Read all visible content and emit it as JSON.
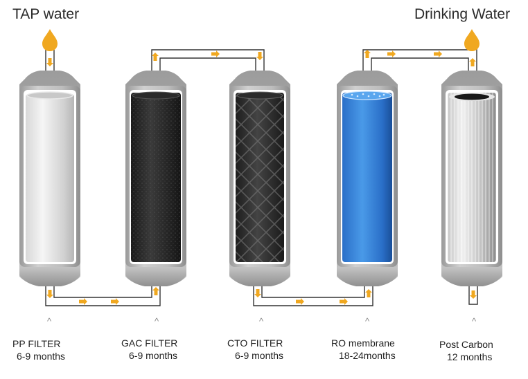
{
  "header": {
    "input_label": "TAP water",
    "output_label": "Drinking Water"
  },
  "colors": {
    "flow_arrow": "#f0a820",
    "drop": "#f0a820",
    "housing": "#a8a8a8",
    "pipe": "#333333",
    "ro_blue": "#2a7ad6"
  },
  "filters": [
    {
      "name": "PP FILTER",
      "lifespan": "6-9 months",
      "type": "pp"
    },
    {
      "name": "GAC FILTER",
      "lifespan": "6-9 months",
      "type": "gac"
    },
    {
      "name": "CTO FILTER",
      "lifespan": "6-9 months",
      "type": "cto"
    },
    {
      "name": "RO membrane",
      "lifespan": "18-24months",
      "type": "ro"
    },
    {
      "name": "Post Carbon",
      "lifespan": "12 months",
      "type": "post"
    }
  ],
  "marker": "^"
}
